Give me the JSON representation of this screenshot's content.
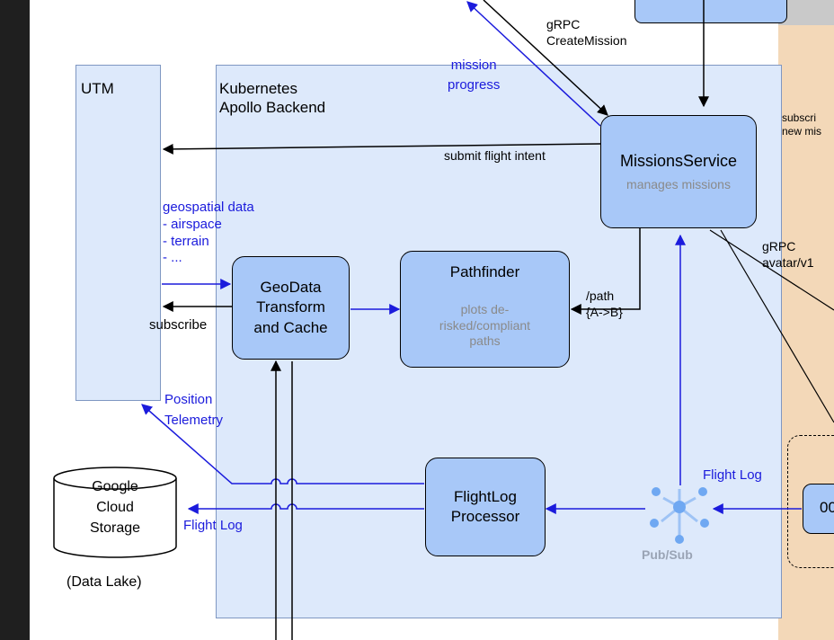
{
  "groups": {
    "utm": "UTM",
    "kubernetes": "Kubernetes\nApollo Backend"
  },
  "nodes": {
    "missions_title": "MissionsService",
    "missions_sub": "manages missions",
    "pathfinder_title": "Pathfinder",
    "pathfinder_sub": "plots de-\nrisked/compliant\npaths",
    "geodata_title": "GeoData\nTransform\nand Cache",
    "flightlog_title": "FlightLog\nProcessor",
    "gcs": "Google\nCloud\nStorage",
    "gcs_caption": "(Data Lake)",
    "pubsub": "Pub/Sub",
    "partial_box": "00"
  },
  "edge_labels": {
    "grpc_create": "gRPC\nCreateMission",
    "mission_progress": "mission\nprogress",
    "submit_flight_intent": "submit flight intent",
    "geospatial": "geospatial data\n- airspace\n- terrain\n- ...",
    "subscribe": "subscribe",
    "path": "/path\n{A->B}",
    "position_telemetry": "Position\nTelemetry",
    "flight_log_gcs": "Flight Log",
    "flight_log_right": "Flight Log",
    "grpc_avatar": "gRPC\navatar/v1",
    "subscribe_new_missions": "subscri\nnew mis"
  },
  "colors": {
    "node_fill": "#a8c8f8",
    "group_fill": "#dde9fb",
    "group_stroke": "#7f97c2",
    "right_panel": "#f8d9b5",
    "blue_line": "#1b1bdc",
    "label_gray": "#8a8a8a"
  }
}
